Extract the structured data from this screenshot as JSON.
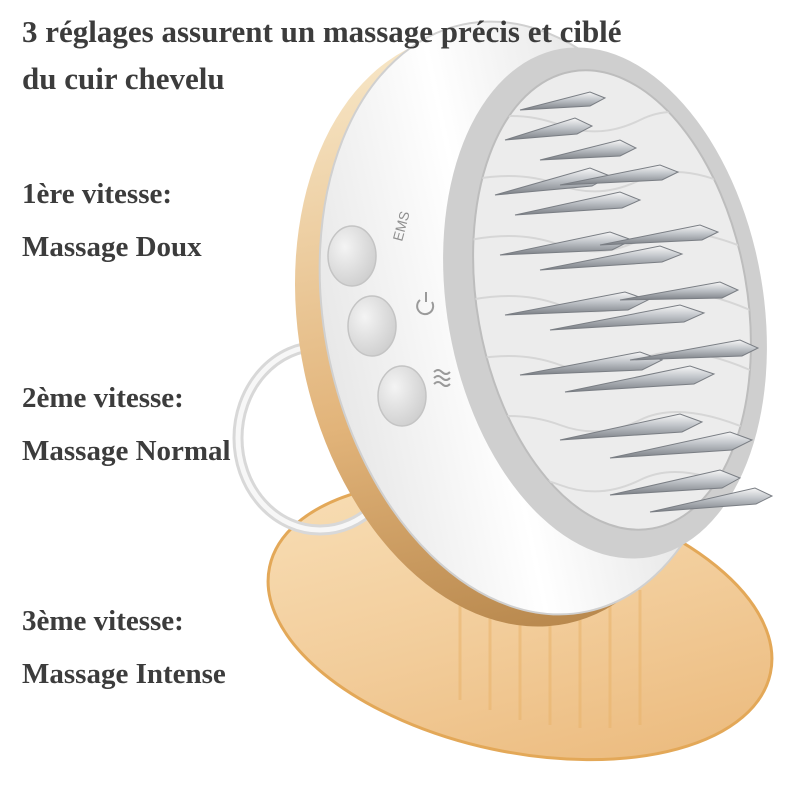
{
  "headline": {
    "line1": "3 réglages assurent un massage précis et ciblé",
    "line2": "du cuir chevelu"
  },
  "speeds": [
    {
      "label": "1ère vitesse:",
      "mode": "Massage Doux"
    },
    {
      "label": "2ème vitesse:",
      "mode": "Massage Normal"
    },
    {
      "label": "3ème vitesse:",
      "mode": "Massage Intense"
    }
  ],
  "device": {
    "ems_label": "EMS",
    "buttons": [
      "ems-icon",
      "power-icon",
      "wave-icon"
    ],
    "body_color": "#f2f2f2",
    "stand_color": "#e8b46a",
    "pin_color": "#c9ccd1"
  }
}
